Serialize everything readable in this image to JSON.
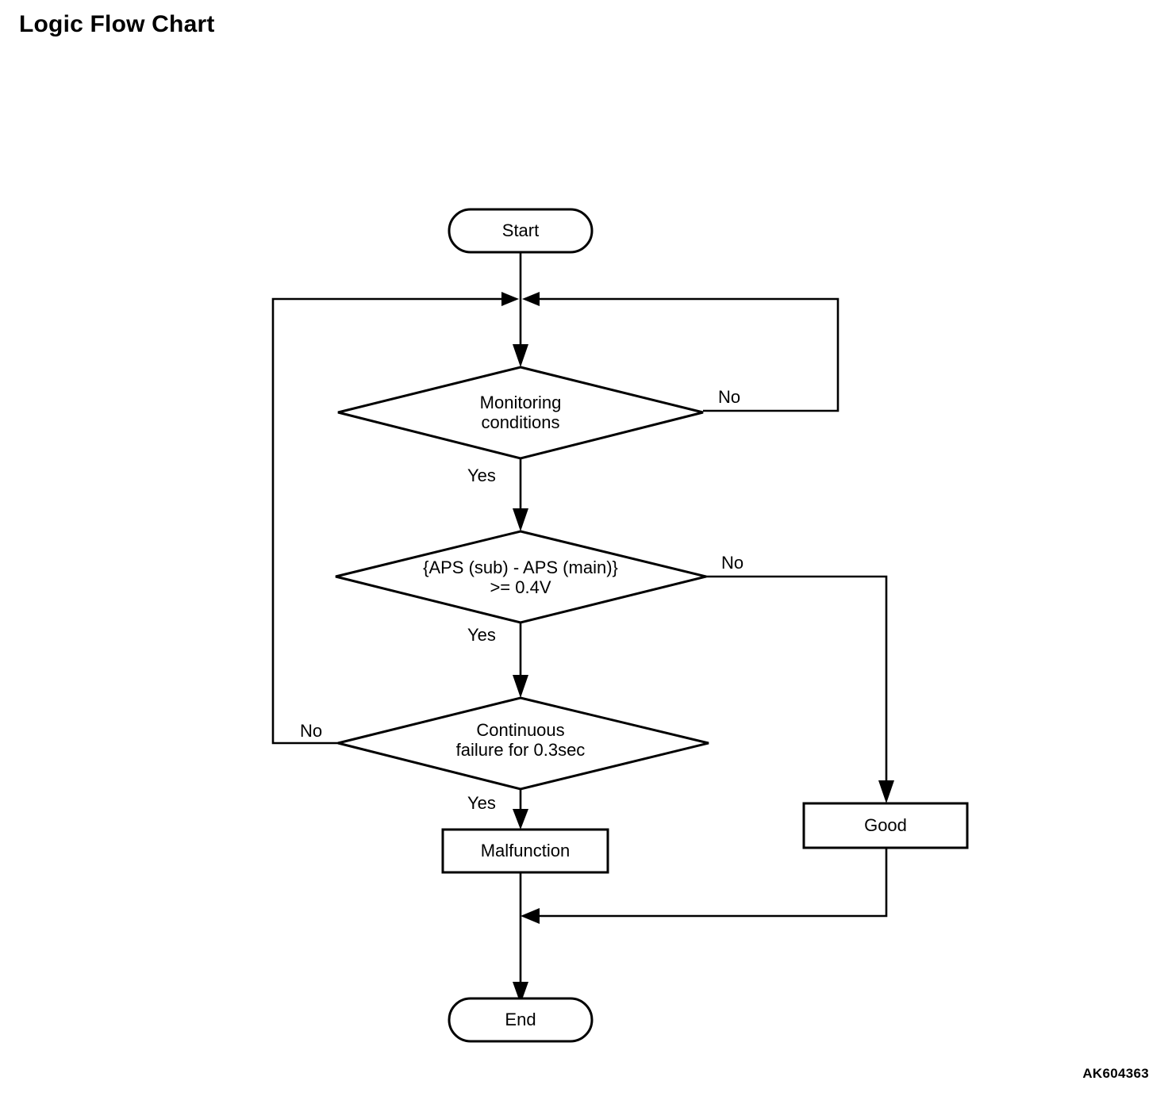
{
  "page": {
    "title": "Logic Flow Chart",
    "figure_code": "AK604363",
    "background_color": "#ffffff",
    "line_color": "#000000"
  },
  "chart_data": {
    "type": "diagram",
    "diagram_kind": "flowchart",
    "title": "Logic Flow Chart",
    "nodes": [
      {
        "id": "start",
        "label": "Start",
        "shape": "stadium"
      },
      {
        "id": "monitoring",
        "label": "Monitoring conditions",
        "label_line1": "Monitoring",
        "label_line2": "conditions",
        "shape": "diamond"
      },
      {
        "id": "aps",
        "label": "{APS (sub) - APS (main)} >= 0.4V",
        "label_line1": "{APS (sub) - APS (main)}",
        "label_line2": ">= 0.4V",
        "shape": "diamond"
      },
      {
        "id": "continuous",
        "label": "Continuous failure for 0.3sec",
        "label_line1": "Continuous",
        "label_line2": "failure for 0.3sec",
        "shape": "diamond"
      },
      {
        "id": "malfunction",
        "label": "Malfunction",
        "shape": "rectangle"
      },
      {
        "id": "good",
        "label": "Good",
        "shape": "rectangle"
      },
      {
        "id": "end",
        "label": "End",
        "shape": "stadium"
      }
    ],
    "edges": [
      {
        "from": "start",
        "to": "monitoring",
        "label": ""
      },
      {
        "from": "monitoring",
        "to": "aps",
        "label": "Yes"
      },
      {
        "from": "monitoring",
        "to": "monitoring_loop_join",
        "label": "No"
      },
      {
        "from": "aps",
        "to": "continuous",
        "label": "Yes"
      },
      {
        "from": "aps",
        "to": "good",
        "label": "No"
      },
      {
        "from": "continuous",
        "to": "malfunction",
        "label": "Yes"
      },
      {
        "from": "continuous",
        "to": "monitoring_loop_join",
        "label": "No"
      },
      {
        "from": "malfunction",
        "to": "end",
        "label": ""
      },
      {
        "from": "good",
        "to": "end",
        "label": ""
      }
    ],
    "edge_labels": {
      "monitoring_yes": "Yes",
      "monitoring_no": "No",
      "aps_yes": "Yes",
      "aps_no": "No",
      "continuous_yes": "Yes",
      "continuous_no": "No"
    }
  }
}
